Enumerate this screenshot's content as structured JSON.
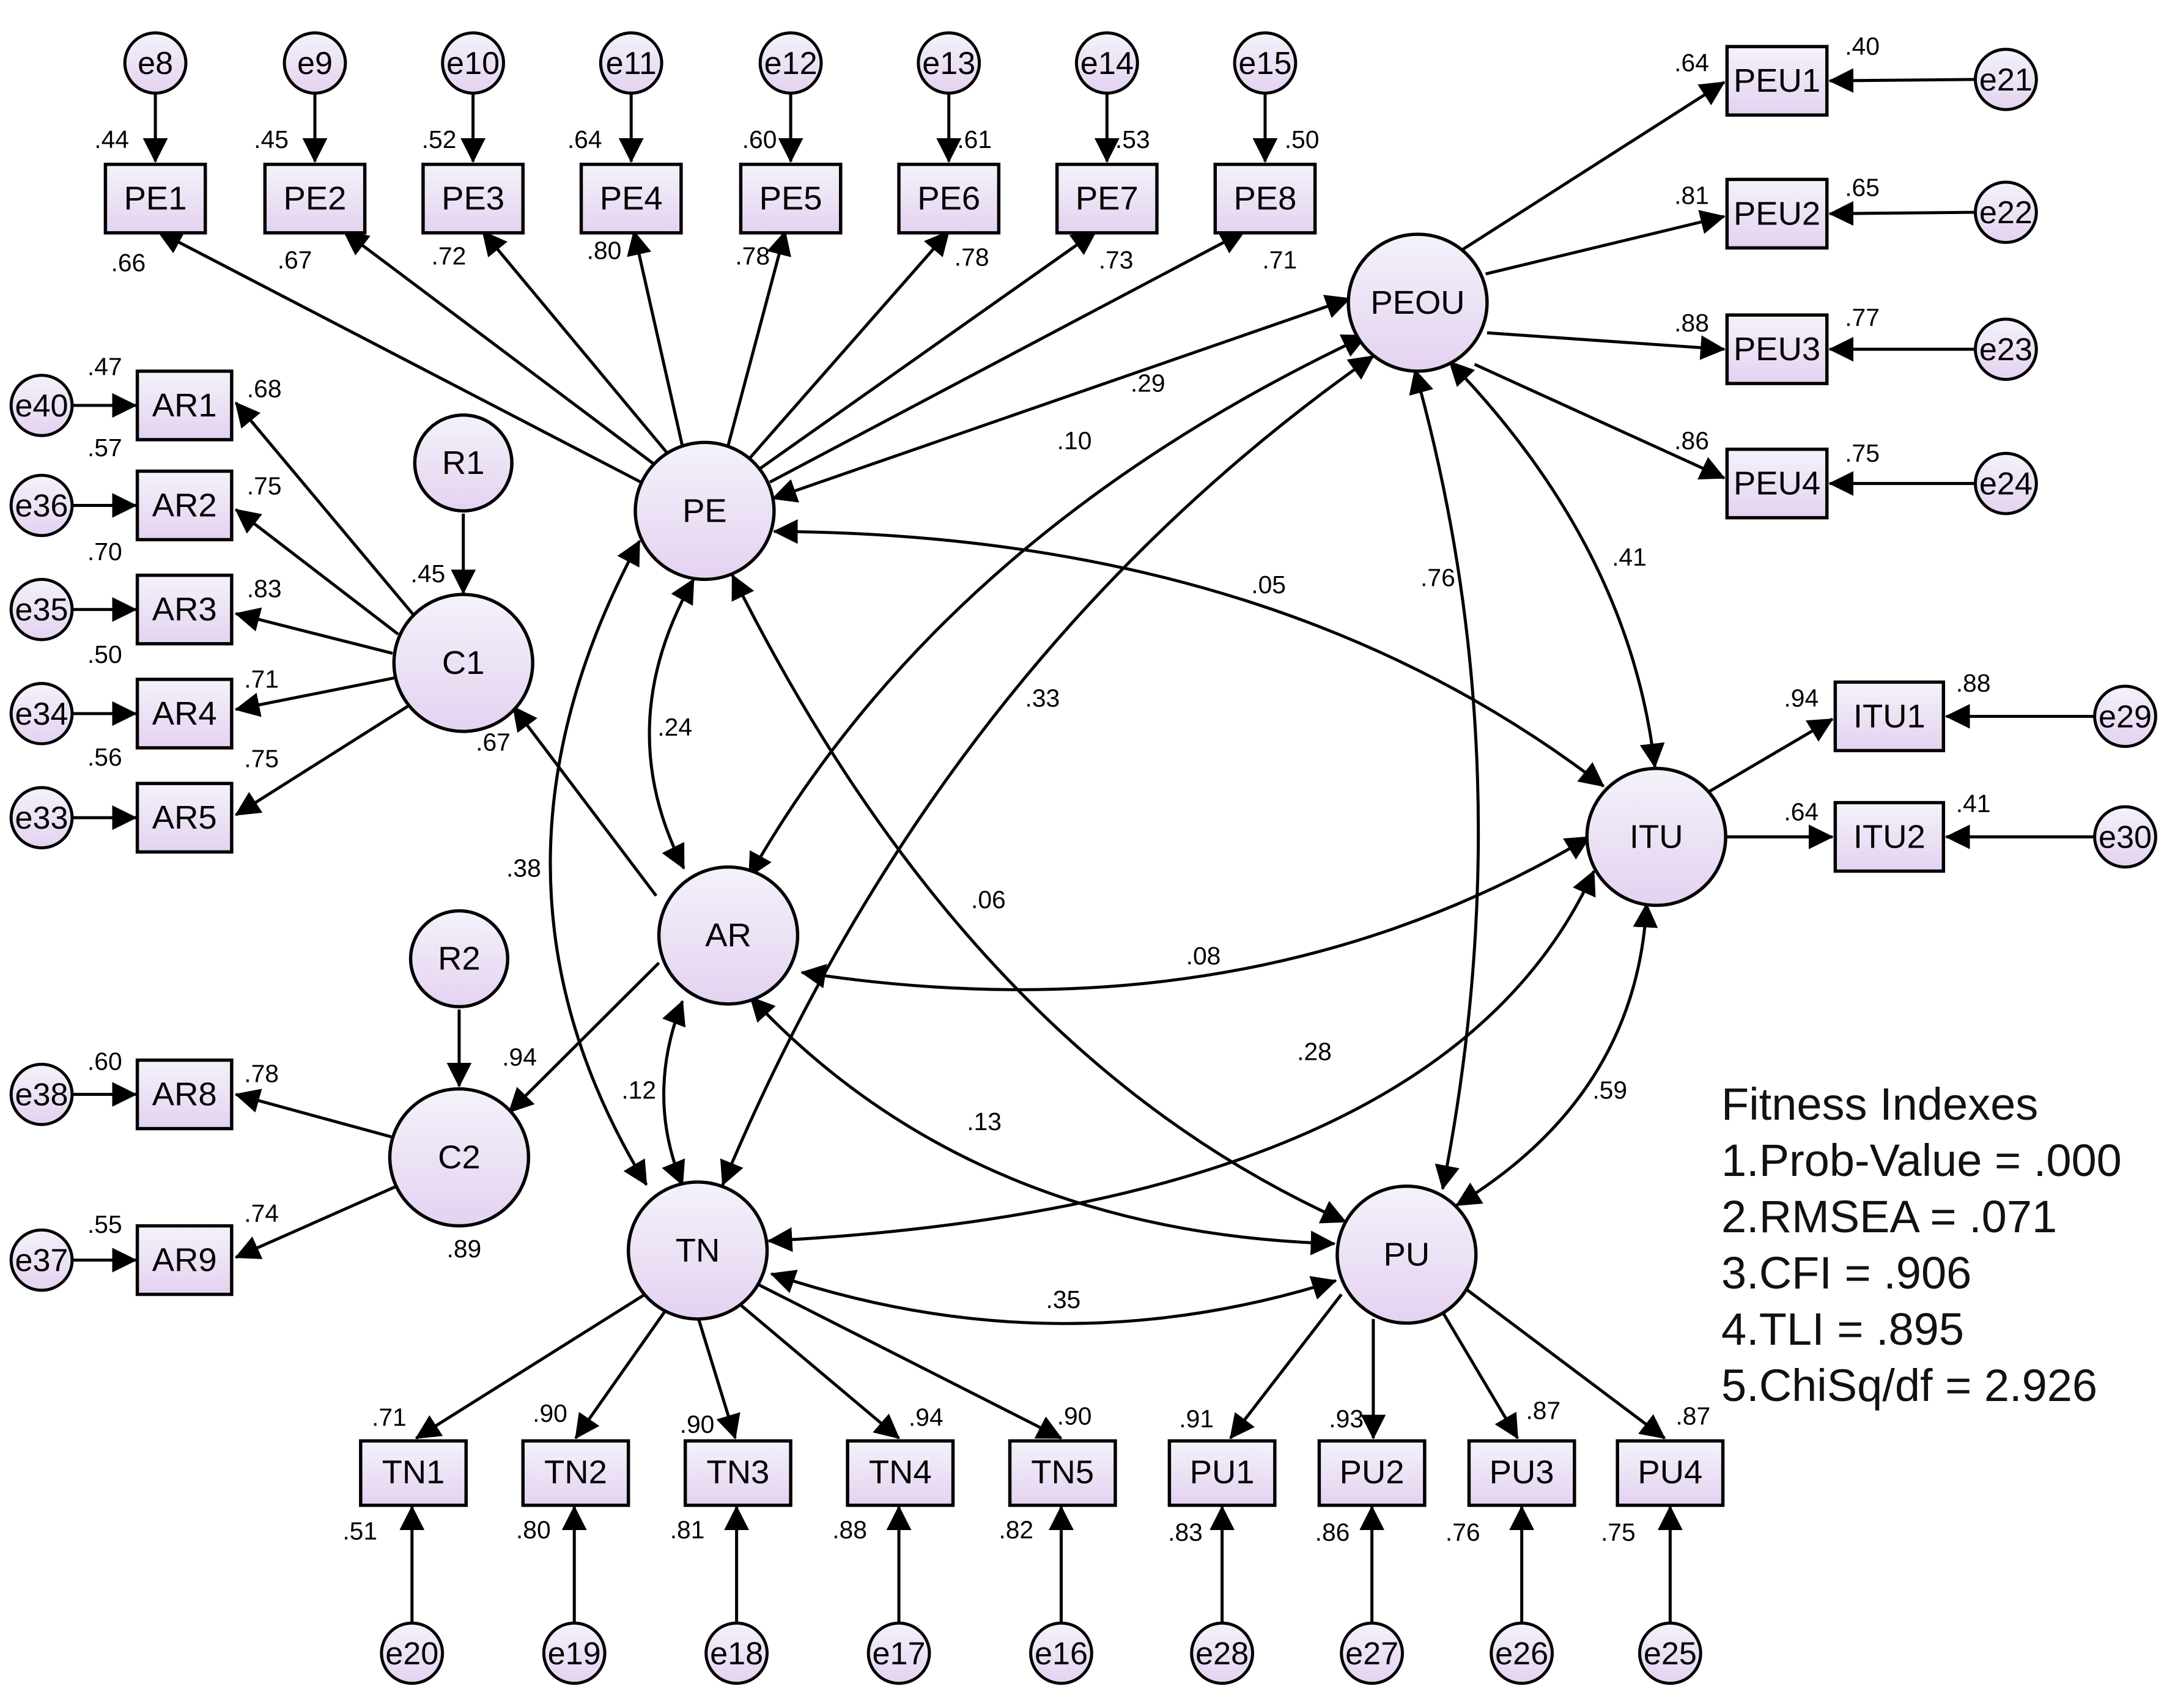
{
  "nodes": {
    "PEOU": "PEOU",
    "PE": "PE",
    "AR": "AR",
    "ITU": "ITU",
    "TN": "TN",
    "PU": "PU",
    "C1": "C1",
    "C2": "C2",
    "R1": "R1",
    "R2": "R2",
    "PE1": "PE1",
    "PE2": "PE2",
    "PE3": "PE3",
    "PE4": "PE4",
    "PE5": "PE5",
    "PE6": "PE6",
    "PE7": "PE7",
    "PE8": "PE8",
    "PEU1": "PEU1",
    "PEU2": "PEU2",
    "PEU3": "PEU3",
    "PEU4": "PEU4",
    "AR1": "AR1",
    "AR2": "AR2",
    "AR3": "AR3",
    "AR4": "AR4",
    "AR5": "AR5",
    "AR8": "AR8",
    "AR9": "AR9",
    "ITU1": "ITU1",
    "ITU2": "ITU2",
    "TN1": "TN1",
    "TN2": "TN2",
    "TN3": "TN3",
    "TN4": "TN4",
    "TN5": "TN5",
    "PU1": "PU1",
    "PU2": "PU2",
    "PU3": "PU3",
    "PU4": "PU4",
    "e8": "e8",
    "e9": "e9",
    "e10": "e10",
    "e11": "e11",
    "e12": "e12",
    "e13": "e13",
    "e14": "e14",
    "e15": "e15",
    "e21": "e21",
    "e22": "e22",
    "e23": "e23",
    "e24": "e24",
    "e40": "e40",
    "e36": "e36",
    "e35": "e35",
    "e34": "e34",
    "e33": "e33",
    "e38": "e38",
    "e37": "e37",
    "e29": "e29",
    "e30": "e30",
    "e20": "e20",
    "e19": "e19",
    "e18": "e18",
    "e17": "e17",
    "e16": "e16",
    "e28": "e28",
    "e27": "e27",
    "e26": "e26",
    "e25": "e25"
  },
  "coefficients": {
    "pe1_r2": ".44",
    "pe2_r2": ".45",
    "pe3_r2": ".52",
    "pe4_r2": ".64",
    "pe5_r2": ".60",
    "pe6_r2": ".61",
    "pe7_r2": ".53",
    "pe8_r2": ".50",
    "pe1_load": ".66",
    "pe2_load": ".67",
    "pe3_load": ".72",
    "pe4_load": ".80",
    "pe5_load": ".78",
    "pe6_load": ".78",
    "pe7_load": ".73",
    "pe8_load": ".71",
    "peu1_load": ".64",
    "peu1_r2": ".40",
    "peu2_load": ".81",
    "peu2_r2": ".65",
    "peu3_load": ".88",
    "peu3_r2": ".77",
    "peu4_load": ".86",
    "peu4_r2": ".75",
    "ar1_r2": ".47",
    "ar1_load": ".68",
    "ar2_r2": ".57",
    "ar2_load": ".75",
    "ar3_r2": ".70",
    "ar3_load": ".83",
    "ar4_r2": ".50",
    "ar4_load": ".71",
    "ar5_r2": ".56",
    "ar5_load": ".75",
    "ar8_r2": ".60",
    "ar8_load": ".78",
    "ar9_r2": ".55",
    "ar9_load": ".74",
    "c1_r2": ".45",
    "c1_load": ".67",
    "c2_load": ".94",
    "c2_r2": ".89",
    "itu1_load": ".94",
    "itu1_r2": ".88",
    "itu2_load": ".64",
    "itu2_r2": ".41",
    "tn1_load": ".71",
    "tn2_load": ".90",
    "tn3_load": ".90",
    "tn4_load": ".94",
    "tn5_load": ".90",
    "tn1_r2": ".51",
    "tn2_r2": ".80",
    "tn3_r2": ".81",
    "tn4_r2": ".88",
    "tn5_r2": ".82",
    "pu1_load": ".91",
    "pu2_load": ".93",
    "pu3_load": ".87",
    "pu4_load": ".87",
    "pu1_r2": ".83",
    "pu2_r2": ".86",
    "pu3_r2": ".76",
    "pu4_r2": ".75",
    "cov_pe_peou": ".29",
    "cov_peou_ar": ".10",
    "cov_pe_itu": ".05",
    "cov_peou_tn": ".33",
    "cov_peou_pu": ".76",
    "cov_peou_itu": ".41",
    "cov_pe_ar": ".24",
    "cov_pe_tn": ".38",
    "cov_pe_pu": ".06",
    "cov_ar_itu": ".08",
    "cov_tn_itu": ".28",
    "cov_itu_pu": ".59",
    "cov_ar_tn": ".12",
    "cov_ar_pu": ".13",
    "cov_tn_pu": ".35"
  },
  "fitness": {
    "title": "Fitness Indexes",
    "line1": "1.Prob-Value = .000",
    "line2": "2.RMSEA = .071",
    "line3": "3.CFI  = .906",
    "line4": "4.TLI  = .895",
    "line5": "5.ChiSq/df = 2.926"
  },
  "colors": {
    "node_fill_top": "#f4f2fa",
    "node_fill_bottom": "#e4d2f0",
    "stroke": "#000000"
  }
}
